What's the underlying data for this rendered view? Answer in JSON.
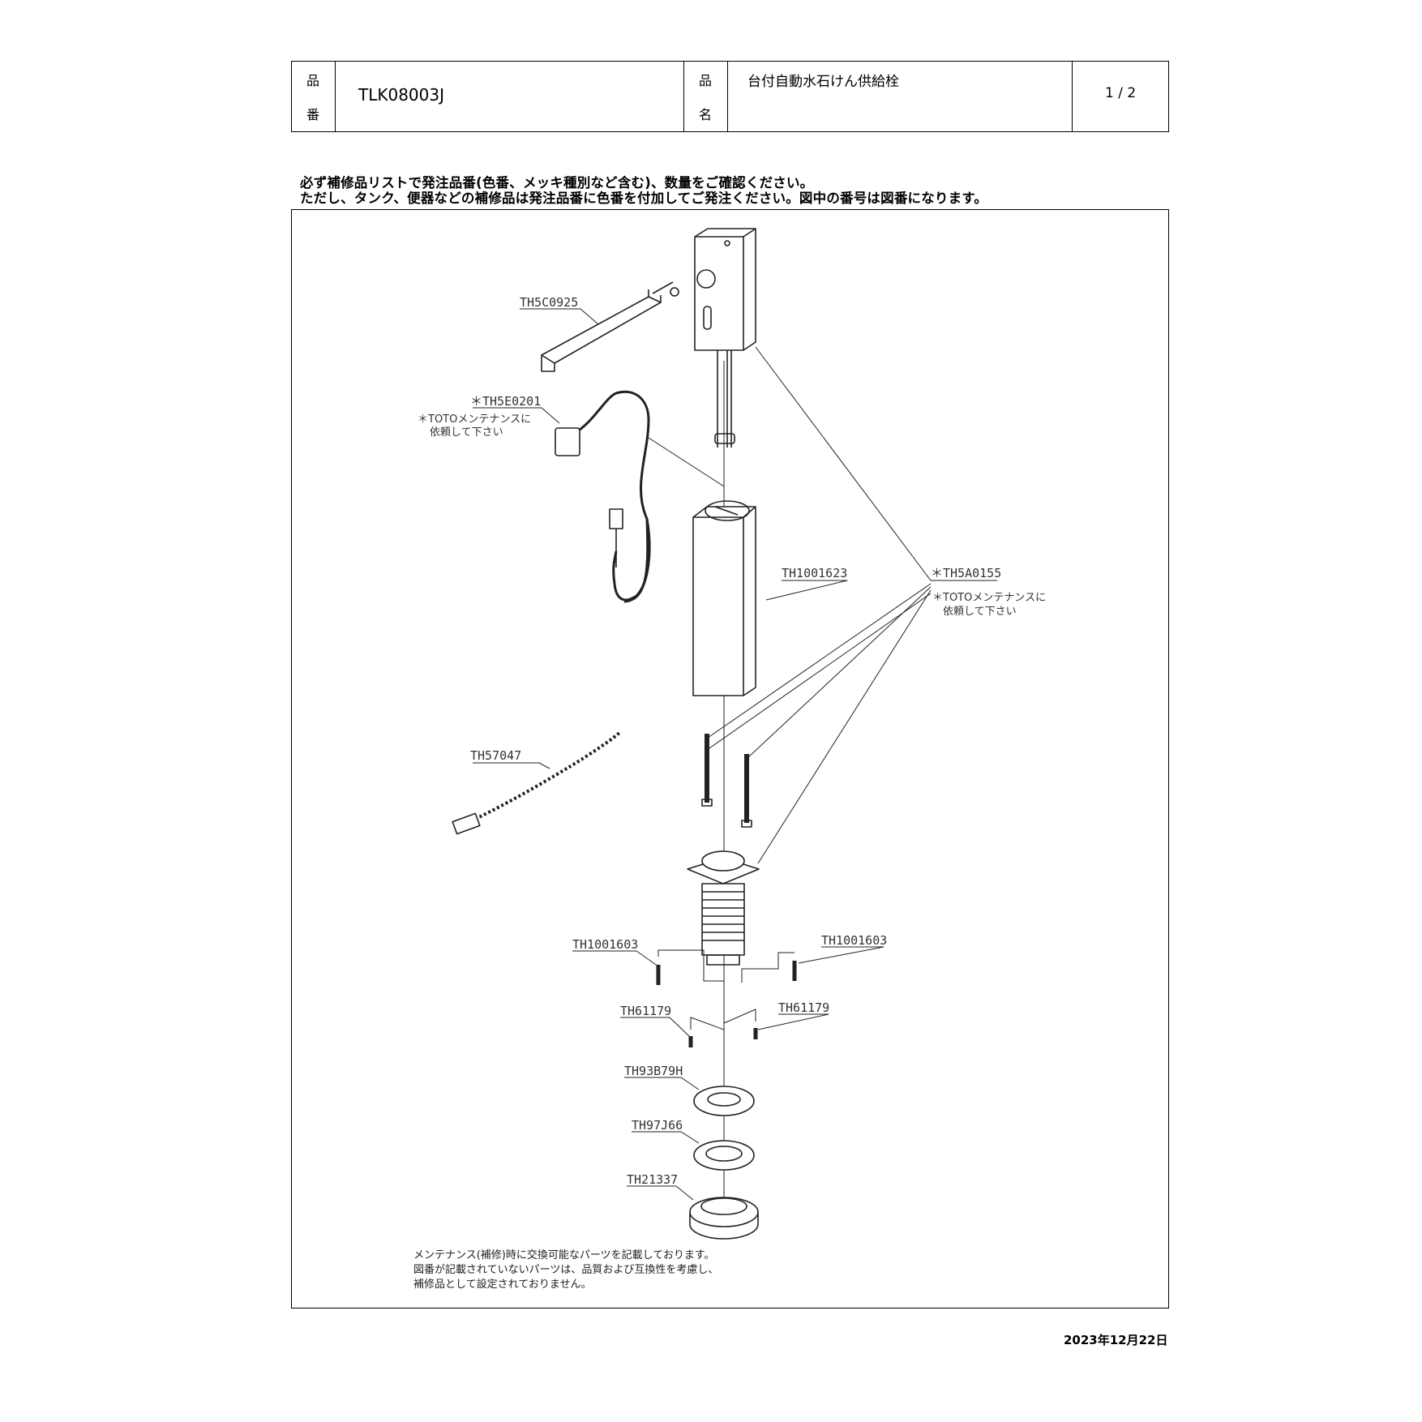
{
  "header": {
    "part_number_label_1": "品",
    "part_number_label_2": "番",
    "part_number": "TLK08003J",
    "product_name_label_1": "品",
    "product_name_label_2": "名",
    "product_name": "台付自動水石けん供給栓",
    "page": "1 / 2"
  },
  "instructions": {
    "line1": "必ず補修品リストで発注品番(色番、メッキ種別など含む)、数量をご確認ください。",
    "line2": "ただし、タンク、便器などの補修品は発注品番に色番を付加してご発注ください。図中の番号は図番になります。"
  },
  "parts": {
    "spout": "TH5C0925",
    "cable": "＊TH5E0201",
    "cable_note_1": "＊TOTOメンテナンスに",
    "cable_note_2": "依頼して下さい",
    "body": "TH1001623",
    "assembly": "＊TH5A0155",
    "assembly_note_1": "＊TOTOメンテナンスに",
    "assembly_note_2": "依頼して下さい",
    "chain": "TH57047",
    "screw_left": "TH1001603",
    "screw_right": "TH1001603",
    "small_screw_left": "TH61179",
    "small_screw_right": "TH61179",
    "washer_1": "TH93B79H",
    "washer_2": "TH97J66",
    "nut": "TH21337"
  },
  "footnote": {
    "line1": "メンテナンス(補修)時に交換可能なパーツを記載しております。",
    "line2": "図番が記載されていないパーツは、品質および互換性を考慮し、",
    "line3": "補修品として設定されておりません。"
  },
  "date": "2023年12月22日"
}
